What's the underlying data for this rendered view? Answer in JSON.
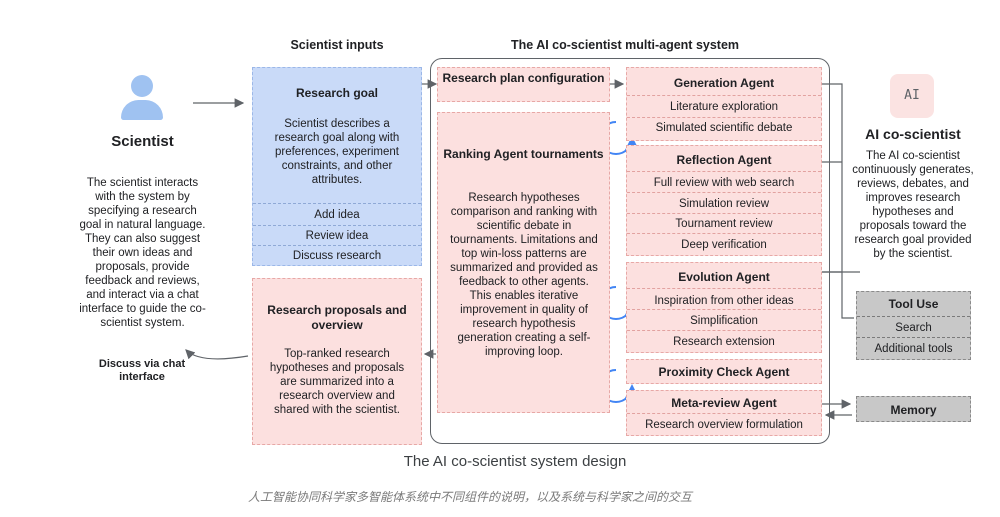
{
  "scientist": {
    "title": "Scientist",
    "description": "The scientist interacts with the system by specifying a research goal in natural language. They can also suggest their own ideas and proposals, provide feedback and reviews, and interact via a chat interface to guide the co-scientist system.",
    "discuss_label": "Discuss via chat interface"
  },
  "inputs": {
    "heading": "Scientist inputs",
    "research_goal": {
      "title": "Research goal",
      "description": "Scientist describes a research goal along with preferences, experiment constraints, and other attributes.",
      "actions": [
        "Add idea",
        "Review idea",
        "Discuss research"
      ]
    },
    "proposals": {
      "title": "Research proposals and overview",
      "description": "Top-ranked research hypotheses and proposals are summarized into a research overview and shared with the scientist."
    }
  },
  "system": {
    "heading": "The AI co-scientist multi-agent system",
    "plan_config": "Research plan configuration",
    "ranking": {
      "title": "Ranking Agent tournaments",
      "description": "Research hypotheses comparison and ranking with scientific debate in tournaments. Limitations and top win-loss patterns are summarized and provided as feedback to other agents. This enables iterative improvement in quality of research hypothesis generation creating a self-improving  loop."
    },
    "agents": [
      {
        "title": "Generation Agent",
        "items": [
          "Literature exploration",
          "Simulated scientific debate"
        ]
      },
      {
        "title": "Reflection Agent",
        "items": [
          "Full review with web search",
          "Simulation review",
          "Tournament review",
          "Deep verification"
        ]
      },
      {
        "title": "Evolution Agent",
        "items": [
          "Inspiration from other ideas",
          "Simplification",
          "Research extension"
        ]
      },
      {
        "title": "Proximity Check Agent",
        "items": []
      },
      {
        "title": "Meta-review Agent",
        "items": [
          "Research overview formulation"
        ]
      }
    ]
  },
  "co_scientist": {
    "badge": "AI",
    "title": "AI co-scientist",
    "description": "The AI co-scientist continuously generates, reviews, debates, and improves research hypotheses and proposals toward the research goal provided by the scientist."
  },
  "tools": {
    "title": "Tool Use",
    "items": [
      "Search",
      "Additional tools"
    ]
  },
  "memory": {
    "title": "Memory"
  },
  "caption": "The AI co-scientist system design",
  "subcaption": "人工智能协同科学家多智能体系统中不同组件的说明，以及系统与科学家之间的交互",
  "colors": {
    "blue": "#c9daf8",
    "pink": "#fce0df",
    "gray": "#c8c8c8",
    "loop": "#4285f4"
  }
}
